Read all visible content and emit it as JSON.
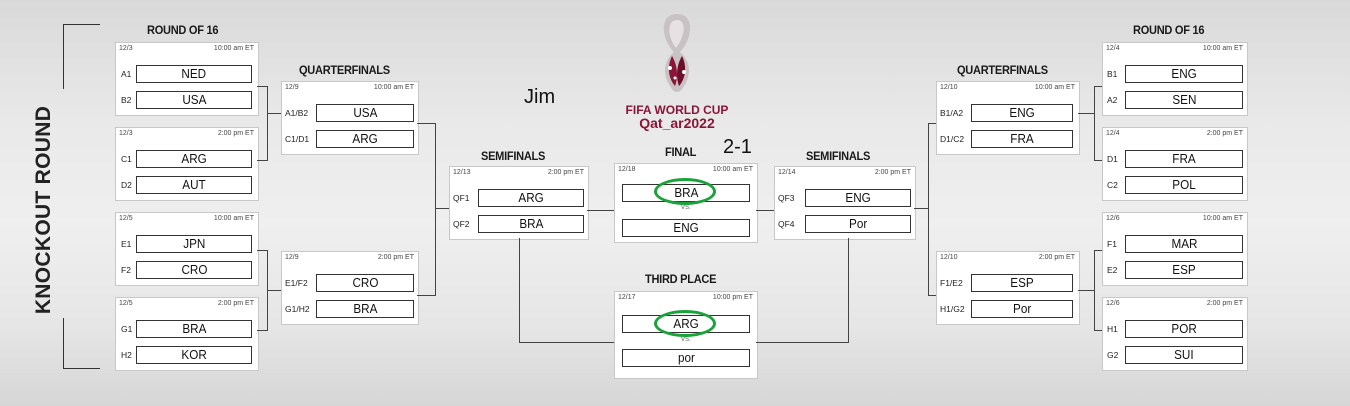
{
  "side_label": "KNOCKOUT ROUND",
  "logo": {
    "line1": "FIFA WORLD CUP",
    "line2": "Qat_ar2022"
  },
  "annotations": {
    "name": "Jim",
    "score": "2-1"
  },
  "headers": {
    "r16_left": "ROUND OF 16",
    "qf_left": "QUARTERFINALS",
    "sf_left": "SEMIFINALS",
    "final": "FINAL",
    "third": "THIRD PLACE",
    "sf_right": "SEMIFINALS",
    "qf_right": "QUARTERFINALS",
    "r16_right": "ROUND OF 16"
  },
  "vs": "VS.",
  "r16_left": [
    {
      "date": "12/3",
      "time": "10:00 am ET",
      "t1": {
        "slot": "A1",
        "team": "NED"
      },
      "t2": {
        "slot": "B2",
        "team": "USA"
      }
    },
    {
      "date": "12/3",
      "time": "2:00 pm ET",
      "t1": {
        "slot": "C1",
        "team": "ARG"
      },
      "t2": {
        "slot": "D2",
        "team": "AUT"
      }
    },
    {
      "date": "12/5",
      "time": "10:00 am ET",
      "t1": {
        "slot": "E1",
        "team": "JPN"
      },
      "t2": {
        "slot": "F2",
        "team": "CRO"
      }
    },
    {
      "date": "12/5",
      "time": "2:00 pm ET",
      "t1": {
        "slot": "G1",
        "team": "BRA"
      },
      "t2": {
        "slot": "H2",
        "team": "KOR"
      }
    }
  ],
  "qf_left": [
    {
      "date": "12/9",
      "time": "10:00 am ET",
      "t1": {
        "slot": "A1/B2",
        "team": "USA"
      },
      "t2": {
        "slot": "C1/D1",
        "team": "ARG"
      }
    },
    {
      "date": "12/9",
      "time": "2:00 pm ET",
      "t1": {
        "slot": "E1/F2",
        "team": "CRO"
      },
      "t2": {
        "slot": "G1/H2",
        "team": "BRA"
      }
    }
  ],
  "sf_left": {
    "date": "12/13",
    "time": "2:00 pm ET",
    "t1": {
      "slot": "QF1",
      "team": "ARG"
    },
    "t2": {
      "slot": "QF2",
      "team": "BRA"
    }
  },
  "final": {
    "date": "12/18",
    "time": "10:00 am ET",
    "t1": {
      "team": "BRA"
    },
    "t2": {
      "team": "ENG"
    }
  },
  "third": {
    "date": "12/17",
    "time": "10:00 pm ET",
    "t1": {
      "team": "ARG"
    },
    "t2": {
      "team": "por"
    }
  },
  "sf_right": {
    "date": "12/14",
    "time": "2:00 pm ET",
    "t1": {
      "slot": "QF3",
      "team": "ENG"
    },
    "t2": {
      "slot": "QF4",
      "team": "Por"
    }
  },
  "qf_right": [
    {
      "date": "12/10",
      "time": "10:00 am ET",
      "t1": {
        "slot": "B1/A2",
        "team": "ENG"
      },
      "t2": {
        "slot": "D1/C2",
        "team": "FRA"
      }
    },
    {
      "date": "12/10",
      "time": "2:00 pm ET",
      "t1": {
        "slot": "F1/E2",
        "team": "ESP"
      },
      "t2": {
        "slot": "H1/G2",
        "team": "Por"
      }
    }
  ],
  "r16_right": [
    {
      "date": "12/4",
      "time": "10:00 am ET",
      "t1": {
        "slot": "B1",
        "team": "ENG"
      },
      "t2": {
        "slot": "A2",
        "team": "SEN"
      }
    },
    {
      "date": "12/4",
      "time": "2:00 pm ET",
      "t1": {
        "slot": "D1",
        "team": "FRA"
      },
      "t2": {
        "slot": "C2",
        "team": "POL"
      }
    },
    {
      "date": "12/6",
      "time": "10:00 am ET",
      "t1": {
        "slot": "F1",
        "team": "MAR"
      },
      "t2": {
        "slot": "E2",
        "team": "ESP"
      }
    },
    {
      "date": "12/6",
      "time": "2:00 pm ET",
      "t1": {
        "slot": "H1",
        "team": "POR"
      },
      "t2": {
        "slot": "G2",
        "team": "SUI"
      }
    }
  ],
  "colors": {
    "highlight": "#1aa33a",
    "logo_text": "#8a1538"
  }
}
